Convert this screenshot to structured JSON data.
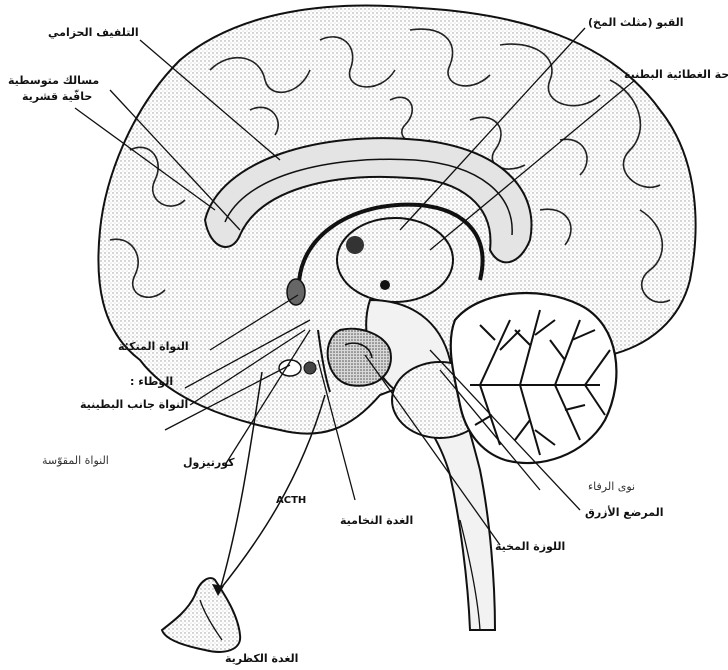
{
  "labels": {
    "cingulate_gyrus": "التلفيف الحزامي",
    "fornix": "القبو (مثلث المخ)",
    "mesocortical_line1": "مسالك متوسطية",
    "mesocortical_line2": "حافّية قشرية",
    "ventral_tegmental_area": "الباحة الغطائية البطنية",
    "accumbens_nucleus": "النواة المتكئة",
    "hypothalamus": "الوطاء :",
    "paraventricular_nucleus": "النواة جانب البطينية",
    "arcuate_nucleus": "النواة المقوّسة",
    "cortisol": "كورتيزول",
    "acth": "ACTH",
    "pituitary_gland": "الغدة النخامية",
    "amygdala": "اللوزة المخية",
    "locus_coeruleus": "المرضع الأزرق",
    "raphe_nucleus": "نوى الرفاء",
    "adrenal_gland": "الغدة الكظرية"
  },
  "colors": {
    "ink": "#111111",
    "background": "#ffffff",
    "shade": "#cfcfcf"
  }
}
